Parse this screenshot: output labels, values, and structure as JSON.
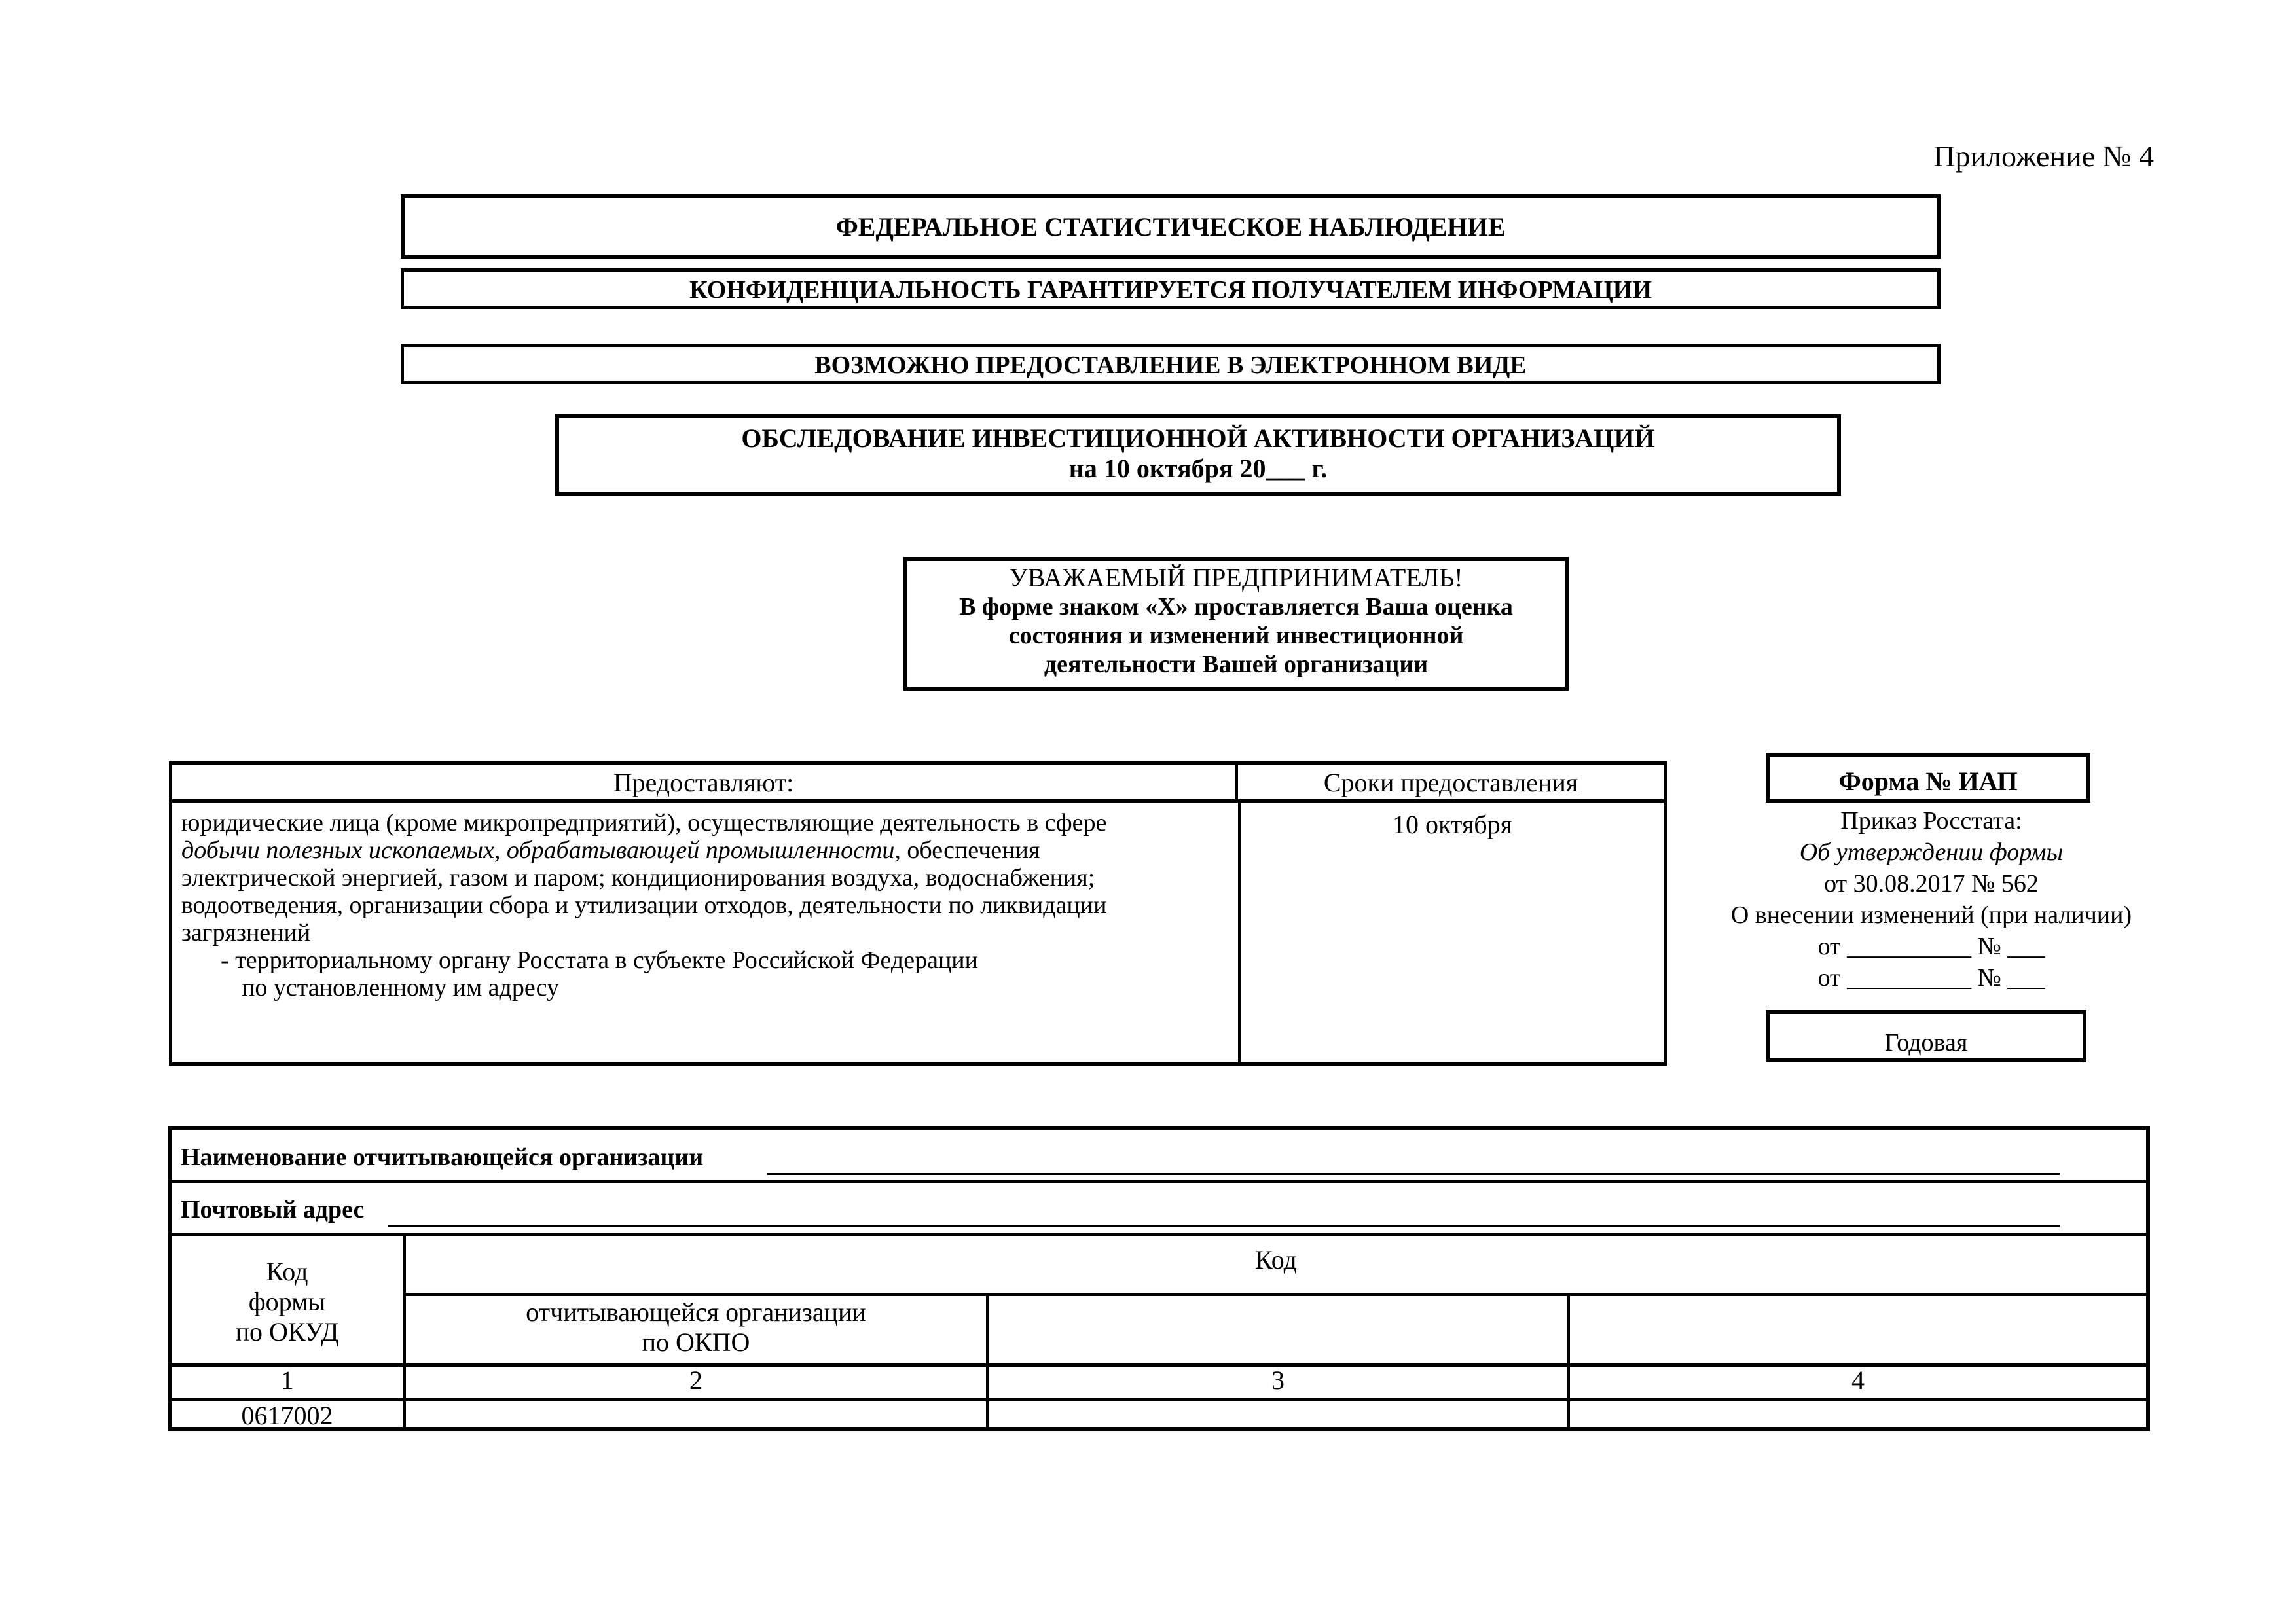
{
  "appendix": "Приложение № 4",
  "header": {
    "federal": "ФЕДЕРАЛЬНОЕ СТАТИСТИЧЕСКОЕ НАБЛЮДЕНИЕ",
    "confidential": "КОНФИДЕНЦИАЛЬНОСТЬ ГАРАНТИРУЕТСЯ ПОЛУЧАТЕЛЕМ ИНФОРМАЦИИ",
    "electronic": "ВОЗМОЖНО ПРЕДОСТАВЛЕНИЕ В ЭЛЕКТРОННОМ ВИДЕ",
    "survey_title": "ОБСЛЕДОВАНИЕ ИНВЕСТИЦИОННОЙ АКТИВНОСТИ ОРГАНИЗАЦИЙ",
    "survey_date": "на 10 октября 20___ г."
  },
  "notice": {
    "title": "УВАЖАЕМЫЙ ПРЕДПРИНИМАТЕЛЬ!",
    "line1": "В форме знаком «X» проставляется Ваша оценка",
    "line2": "состояния и изменений инвестиционной",
    "line3": "деятельности Вашей организации"
  },
  "submit_table": {
    "col_who": "Предоставляют:",
    "col_deadline": "Сроки предоставления",
    "who_part1": "юридические лица (кроме микропредприятий), осуществляющие деятельность в сфере",
    "who_italic1": "добычи полезных ископаемых, обрабатывающей промышленности,",
    "who_part2": " обеспечения",
    "who_part3": "электрической энергией, газом и паром; кондиционирования воздуха, водоснабжения;",
    "who_part4": "водоотведения, организации сбора и утилизации отходов, деятельности по ликвидации",
    "who_part5": "загрязнений",
    "recipient1": "- территориальному органу Росстата в субъекте Российской Федерации",
    "recipient2": "по установленному им адресу",
    "deadline": "10 октября"
  },
  "form_info": {
    "form_no": "Форма № ИАП",
    "order": "Приказ Росстата:",
    "approval": "Об утверждении формы",
    "approval_date": "от 30.08.2017 № 562",
    "changes": "О внесении изменений (при наличии)",
    "blank1": "от __________ № ___",
    "blank2": "от __________ № ___",
    "period": "Годовая"
  },
  "org_table": {
    "org_name_label": "Наименование отчитывающейся организации",
    "address_label": "Почтовый адрес",
    "code_okud_l1": "Код",
    "code_okud_l2": "формы",
    "code_okud_l3": "по ОКУД",
    "code_header": "Код",
    "okpo_l1": "отчитывающейся организации",
    "okpo_l2": "по ОКПО",
    "col_numbers": [
      "1",
      "2",
      "3",
      "4"
    ],
    "okud_value": "0617002"
  }
}
